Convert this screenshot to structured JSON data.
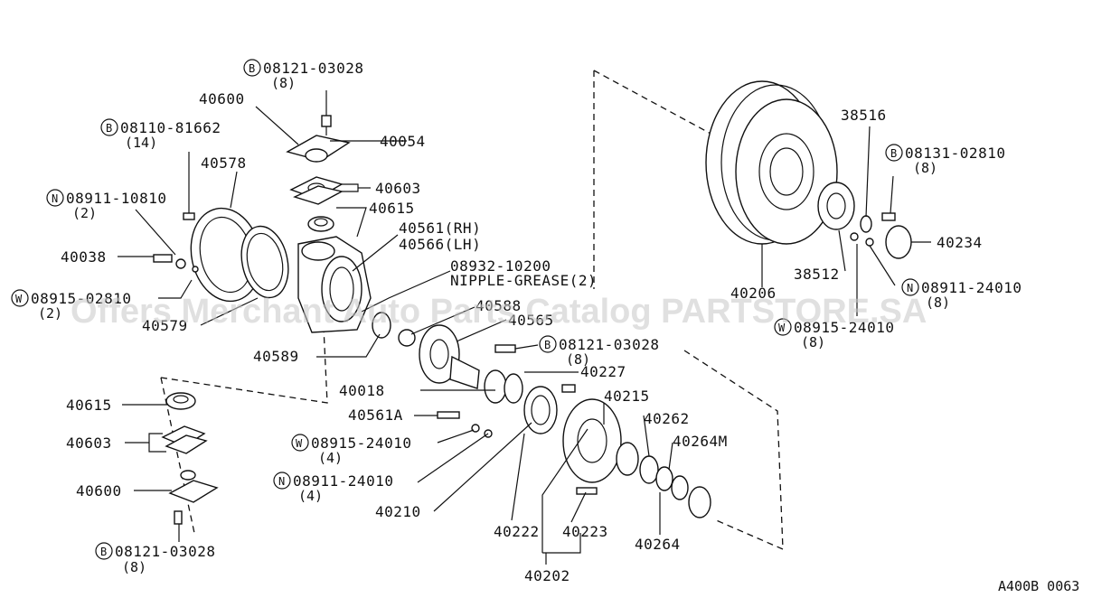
{
  "watermark": "Offers Merchant Auto Parts Catalog PARTSTORE.SA",
  "figure_ref": "A400B 0063",
  "labels": {
    "l_08121_03028_top": "08121-03028",
    "l_08121_03028_top_qty": "(8)",
    "l_40600_top": "40600",
    "l_08110_81662": "08110-81662",
    "l_08110_81662_qty": "(14)",
    "l_40054": "40054",
    "l_40578": "40578",
    "l_40603_top": "40603",
    "l_08911_10810": "08911-10810",
    "l_08911_10810_qty": "(2)",
    "l_40615_top": "40615",
    "l_40561rh": "40561(RH)",
    "l_40566lh": "40566(LH)",
    "l_40038": "40038",
    "l_08932": "08932-10200",
    "l_nipple": "NIPPLE-GREASE(2)",
    "l_08915_w_left": "08915-02810",
    "l_08915_w_left_qty": "(2)",
    "l_40579": "40579",
    "l_40589": "40589",
    "l_40588": "40588",
    "l_40565": "40565",
    "l_08121_03028_mid": "08121-03028",
    "l_08121_03028_mid_qty": "(8)",
    "l_40227": "40227",
    "l_40018": "40018",
    "l_40561a": "40561A",
    "l_08915_24010_mid": "08915-24010",
    "l_08915_24010_mid_qty": "(4)",
    "l_08911_24010_mid": "08911-24010",
    "l_08911_24010_mid_qty": "(4)",
    "l_40210": "40210",
    "l_40215": "40215",
    "l_40262": "40262",
    "l_40264m": "40264M",
    "l_40222": "40222",
    "l_40223": "40223",
    "l_40264": "40264",
    "l_40202": "40202",
    "l_40615_bot": "40615",
    "l_40603_bot": "40603",
    "l_40600_bot": "40600",
    "l_08121_03028_bot": "08121-03028",
    "l_08121_03028_bot_qty": "(8)",
    "l_38516": "38516",
    "l_08131_02810": "08131-02810",
    "l_08131_02810_qty": "(8)",
    "l_40234": "40234",
    "l_38512": "38512",
    "l_40206": "40206",
    "l_08911_24010_right": "08911-24010",
    "l_08911_24010_right_qty": "(8)",
    "l_08915_24010_right": "08915-24010",
    "l_08915_24010_right_qty": "(8)"
  },
  "prefix_marks": {
    "bolt": "B",
    "nut": "N",
    "washer": "W"
  }
}
